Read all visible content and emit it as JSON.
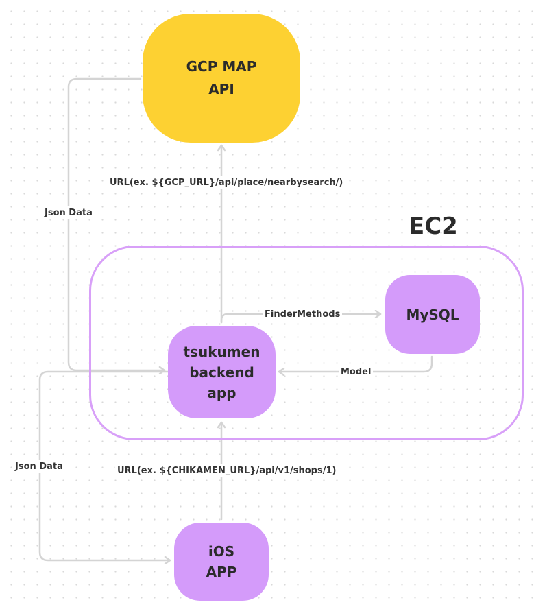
{
  "nodes": {
    "gcp_map_api": "GCP MAP\nAPI",
    "mysql": "MySQL",
    "backend_app": "tsukumen\nbackend\napp",
    "ios_app": "iOS\nAPP"
  },
  "groups": {
    "ec2": "EC2"
  },
  "edges": {
    "gcp_request": "URL(ex.  ${GCP_URL}/api/place/nearbysearch/)",
    "gcp_response": "Json Data",
    "finder": "FinderMethods",
    "model": "Model",
    "ios_request": "URL(ex. ${CHIKAMEN_URL}/api/v1/shops/1)",
    "ios_response": "Json Data"
  },
  "colors": {
    "gcp_node": "#fdd132",
    "purple_node": "#d49bfa",
    "ec2_border": "#d8a0f8",
    "connector": "#d4d4d4"
  }
}
